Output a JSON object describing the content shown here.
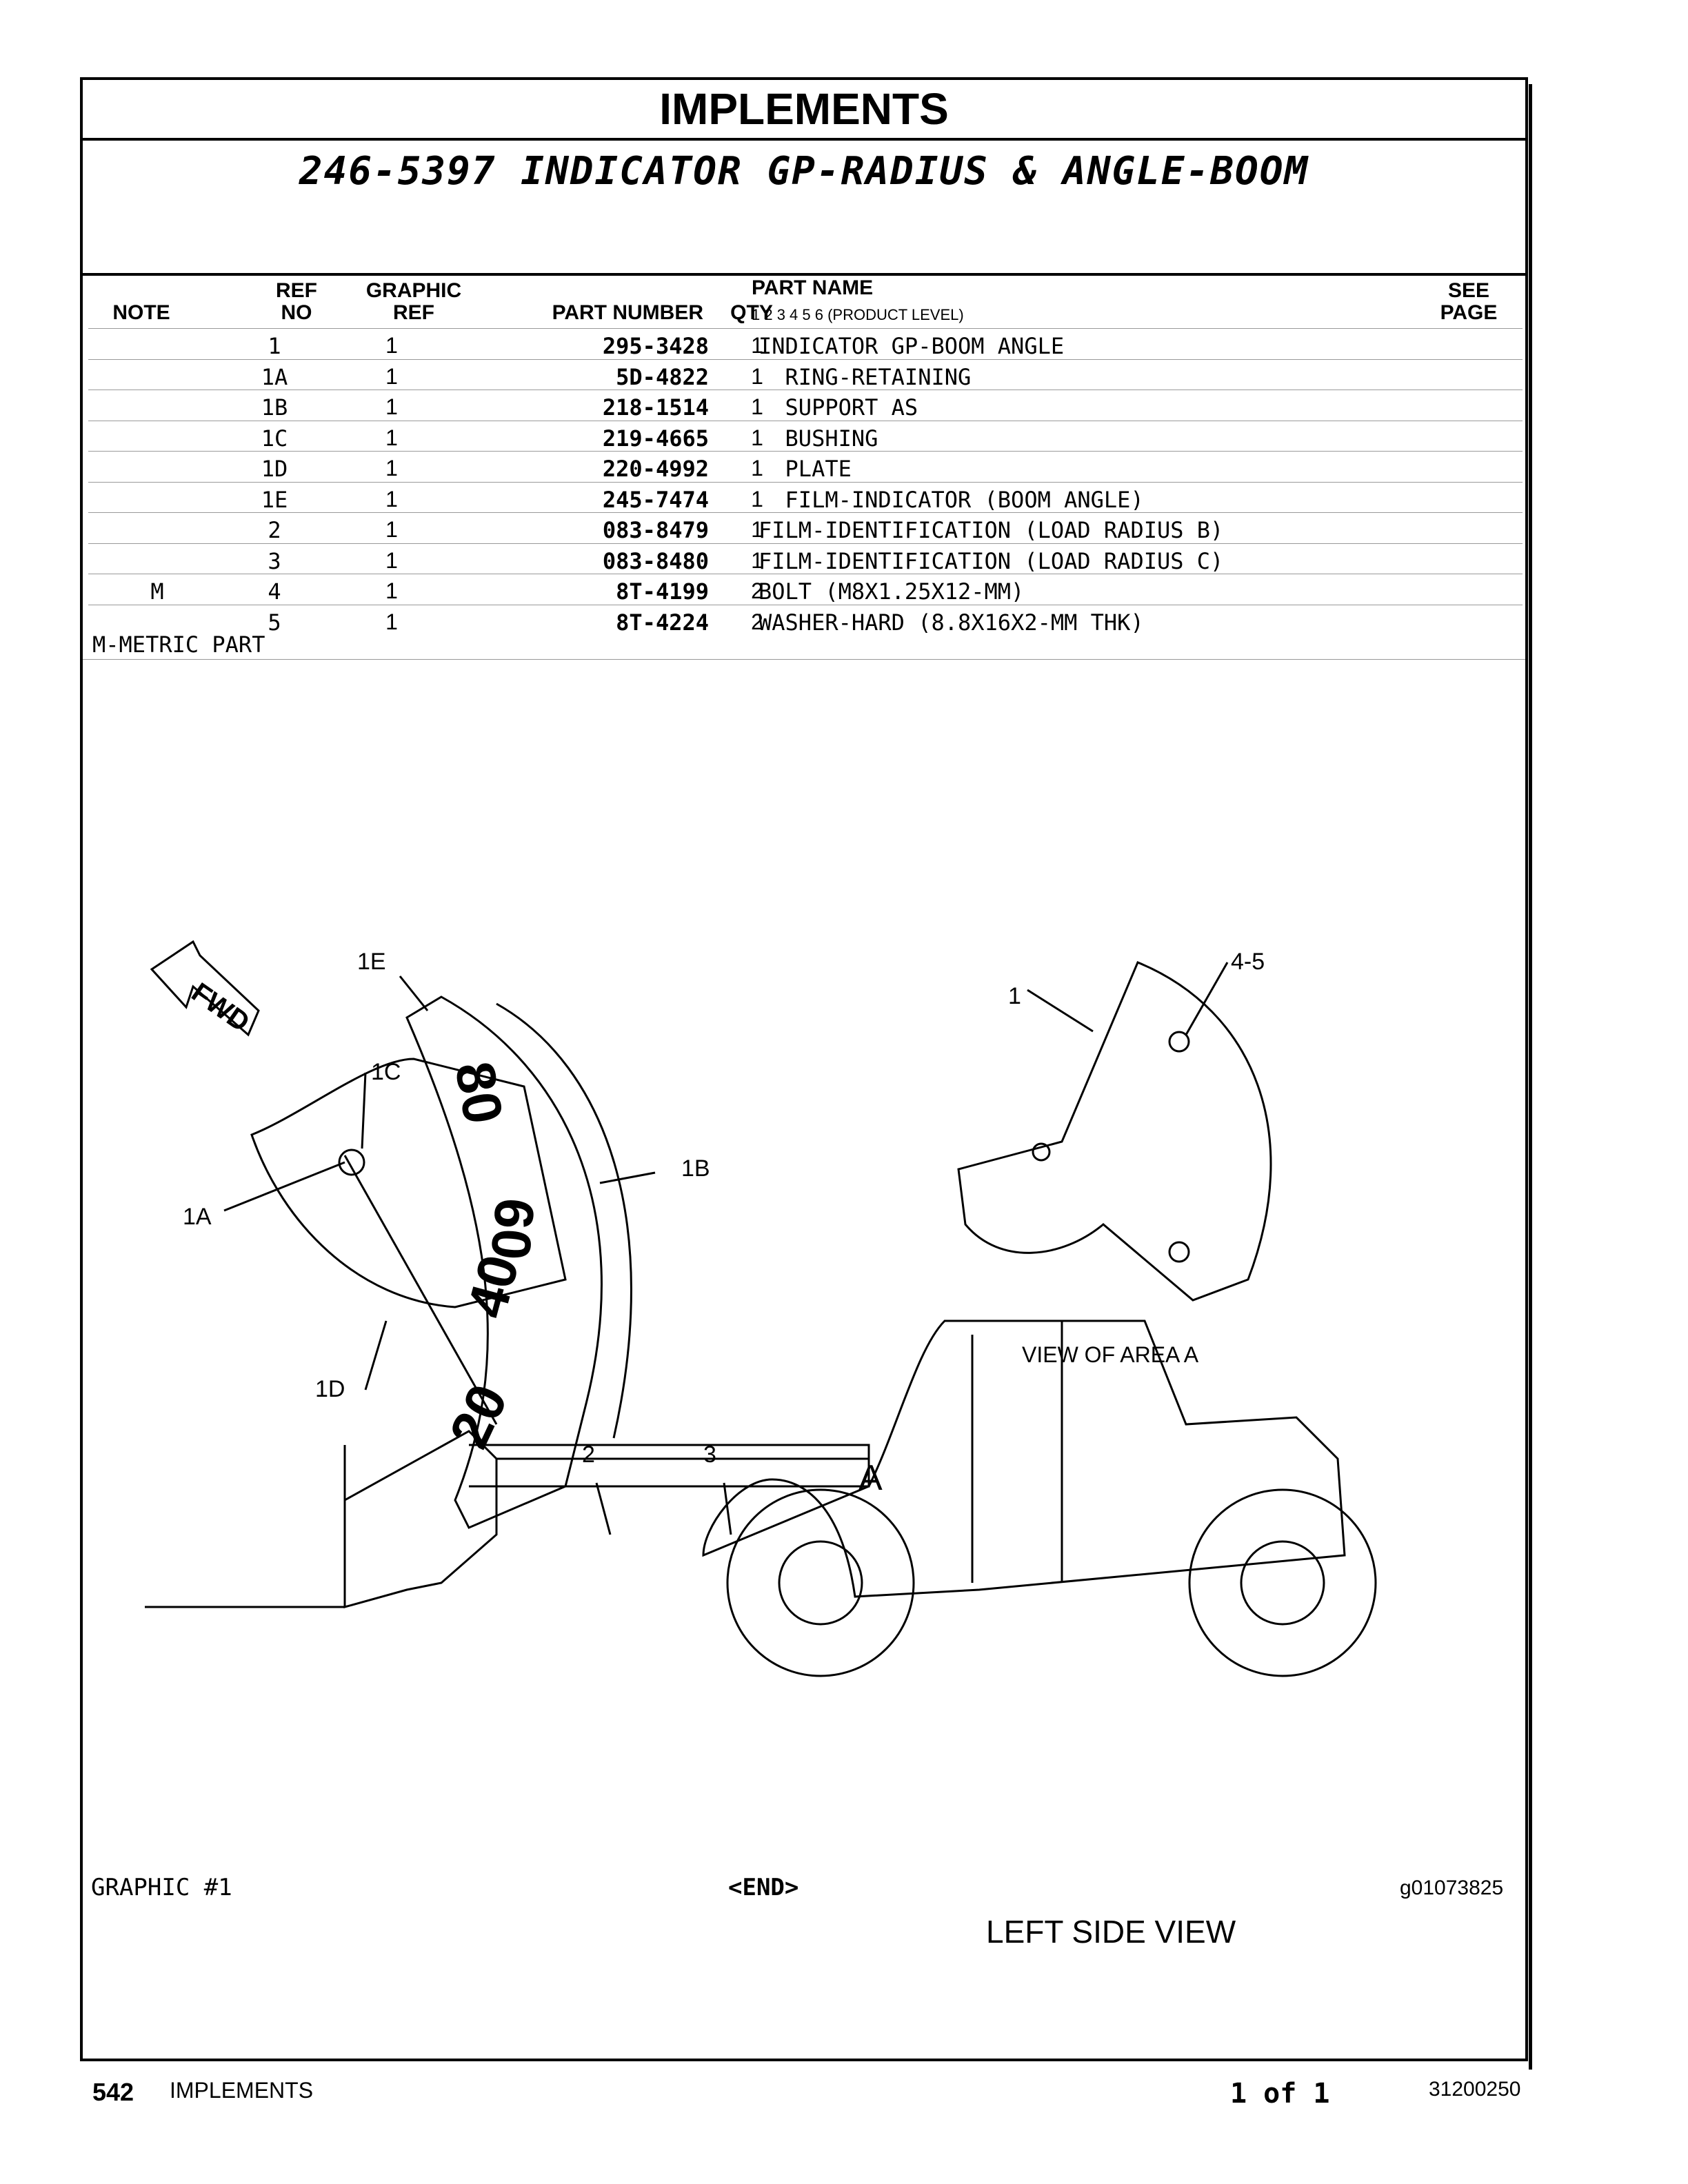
{
  "header": {
    "title": "IMPLEMENTS",
    "subtitle": "246-5397 INDICATOR GP-RADIUS & ANGLE-BOOM"
  },
  "columns": {
    "note": "NOTE",
    "ref_no": "REF\nNO",
    "ref_no_1": "REF",
    "ref_no_2": "NO",
    "graphic_ref_1": "GRAPHIC",
    "graphic_ref_2": "REF",
    "part_number": "PART NUMBER",
    "qty": "QTY",
    "part_name": "PART NAME",
    "product_level": "1   2   3   4   5   6   (PRODUCT LEVEL)",
    "see_page_1": "SEE",
    "see_page_2": "PAGE"
  },
  "parts": [
    {
      "note": "",
      "ref": "1",
      "graphic": "1",
      "part_number": "295-3428",
      "qty": "1",
      "name": "INDICATOR GP-BOOM ANGLE"
    },
    {
      "note": "",
      "ref": "1A",
      "graphic": "1",
      "part_number": "5D-4822",
      "qty": "1",
      "name": "  RING-RETAINING"
    },
    {
      "note": "",
      "ref": "1B",
      "graphic": "1",
      "part_number": "218-1514",
      "qty": "1",
      "name": "  SUPPORT AS"
    },
    {
      "note": "",
      "ref": "1C",
      "graphic": "1",
      "part_number": "219-4665",
      "qty": "1",
      "name": "  BUSHING"
    },
    {
      "note": "",
      "ref": "1D",
      "graphic": "1",
      "part_number": "220-4992",
      "qty": "1",
      "name": "  PLATE"
    },
    {
      "note": "",
      "ref": "1E",
      "graphic": "1",
      "part_number": "245-7474",
      "qty": "1",
      "name": "  FILM-INDICATOR (BOOM ANGLE)"
    },
    {
      "note": "",
      "ref": "2",
      "graphic": "1",
      "part_number": "083-8479",
      "qty": "1",
      "name": "FILM-IDENTIFICATION (LOAD RADIUS B)"
    },
    {
      "note": "",
      "ref": "3",
      "graphic": "1",
      "part_number": "083-8480",
      "qty": "1",
      "name": "FILM-IDENTIFICATION (LOAD RADIUS C)"
    },
    {
      "note": "M",
      "ref": "4",
      "graphic": "1",
      "part_number": "8T-4199",
      "qty": "2",
      "name": "BOLT (M8X1.25X12-MM)"
    },
    {
      "note": "",
      "ref": "5",
      "graphic": "1",
      "part_number": "8T-4224",
      "qty": "2",
      "name": "WASHER-HARD (8.8X16X2-MM THK)"
    }
  ],
  "metric_note": "M-METRIC PART",
  "illustration": {
    "callouts": {
      "c1E": "1E",
      "c1C": "1C",
      "c1A": "1A",
      "c1D": "1D",
      "c1B": "1B",
      "c1": "1",
      "c45": "4-5",
      "c2": "2",
      "c3": "3",
      "cA": "A"
    },
    "fwd": "FWD",
    "scale_labels": [
      "80",
      "60",
      "40",
      "20"
    ],
    "view_area": "VIEW OF AREA A",
    "left_side_view": "LEFT SIDE VIEW"
  },
  "graphic_label": "GRAPHIC #1",
  "end_label": "<END>",
  "image_id": "g01073825",
  "footer": {
    "page_number": "542",
    "section": "IMPLEMENTS",
    "page_of": "1 of 1",
    "doc_number": "31200250"
  }
}
